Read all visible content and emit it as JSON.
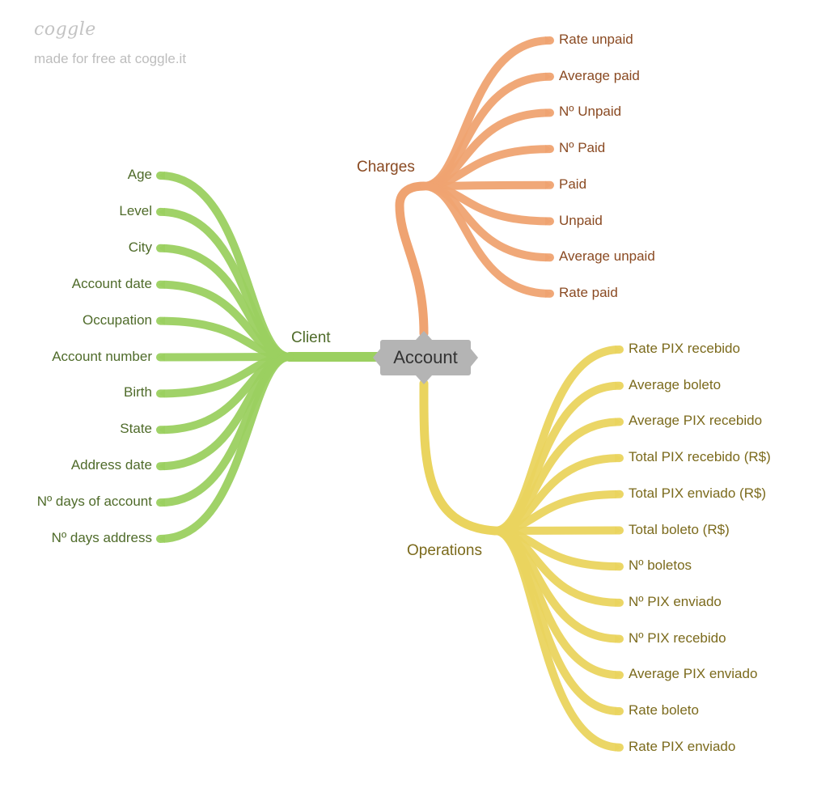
{
  "brand": {
    "logo": "coggle",
    "credit": "made for free at coggle.it"
  },
  "root": {
    "label": "Account",
    "color": "#b4b4b4"
  },
  "branches": [
    {
      "id": "client",
      "label": "Client",
      "color": "#9bd060",
      "text_color": "#4f6b2a",
      "children": [
        "Age",
        "Level",
        "City",
        "Account date",
        "Occupation",
        "Account number",
        "Birth",
        "State",
        "Address date",
        "Nº days of account",
        "Nº days address"
      ]
    },
    {
      "id": "charges",
      "label": "Charges",
      "color": "#efa371",
      "text_color": "#8a4a22",
      "children": [
        "Rate unpaid",
        "Average paid",
        "Nº Unpaid",
        "Nº Paid",
        "Paid",
        "Unpaid",
        "Average unpaid",
        "Rate paid"
      ]
    },
    {
      "id": "operations",
      "label": "Operations",
      "color": "#ead45e",
      "text_color": "#7b6a1c",
      "children": [
        "Rate PIX recebido",
        "Average boleto",
        "Average PIX recebido",
        "Total PIX recebido (R$)",
        "Total PIX enviado (R$)",
        "Total boleto (R$)",
        "Nº boletos",
        "Nº PIX enviado",
        "Nº PIX recebido",
        "Average PIX enviado",
        "Rate boleto",
        "Rate PIX enviado"
      ]
    }
  ]
}
